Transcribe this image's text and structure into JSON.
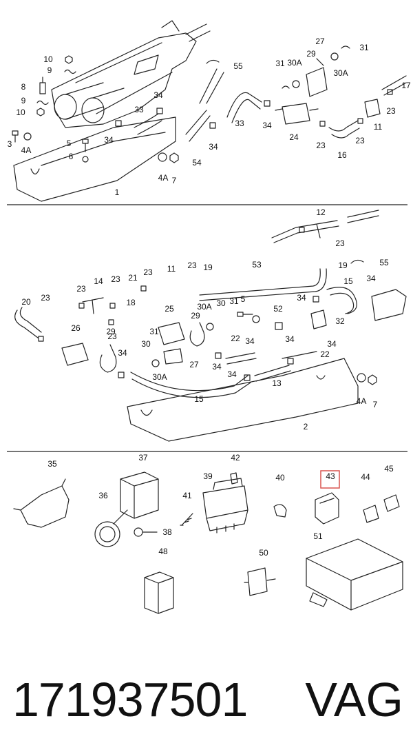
{
  "footer": {
    "part_number": "171937501",
    "brand": "VAG"
  },
  "highlight_color": "#d9534f",
  "sections": [
    {
      "labels": [
        "1",
        "3",
        "4A",
        "4A",
        "5",
        "6",
        "7",
        "8",
        "9",
        "9",
        "10",
        "10",
        "11",
        "16",
        "17",
        "23",
        "23",
        "23",
        "24",
        "27",
        "29",
        "30A",
        "30A",
        "31",
        "31",
        "33",
        "33",
        "34",
        "34",
        "34",
        "34",
        "54",
        "55"
      ]
    },
    {
      "labels": [
        "2",
        "4A",
        "5",
        "7",
        "11",
        "12",
        "13",
        "14",
        "15",
        "15",
        "18",
        "19",
        "19",
        "20",
        "21",
        "22",
        "22",
        "23",
        "23",
        "23",
        "23",
        "23",
        "23",
        "23",
        "25",
        "26",
        "27",
        "29",
        "29",
        "30",
        "30",
        "30A",
        "30A",
        "31",
        "31",
        "32",
        "34",
        "34",
        "34",
        "34",
        "34",
        "34",
        "34",
        "34",
        "52",
        "53",
        "55"
      ]
    },
    {
      "labels": [
        "35",
        "36",
        "37",
        "38",
        "39",
        "40",
        "41",
        "42",
        "43",
        "44",
        "45",
        "48",
        "50",
        "51"
      ],
      "highlighted": "43"
    }
  ]
}
